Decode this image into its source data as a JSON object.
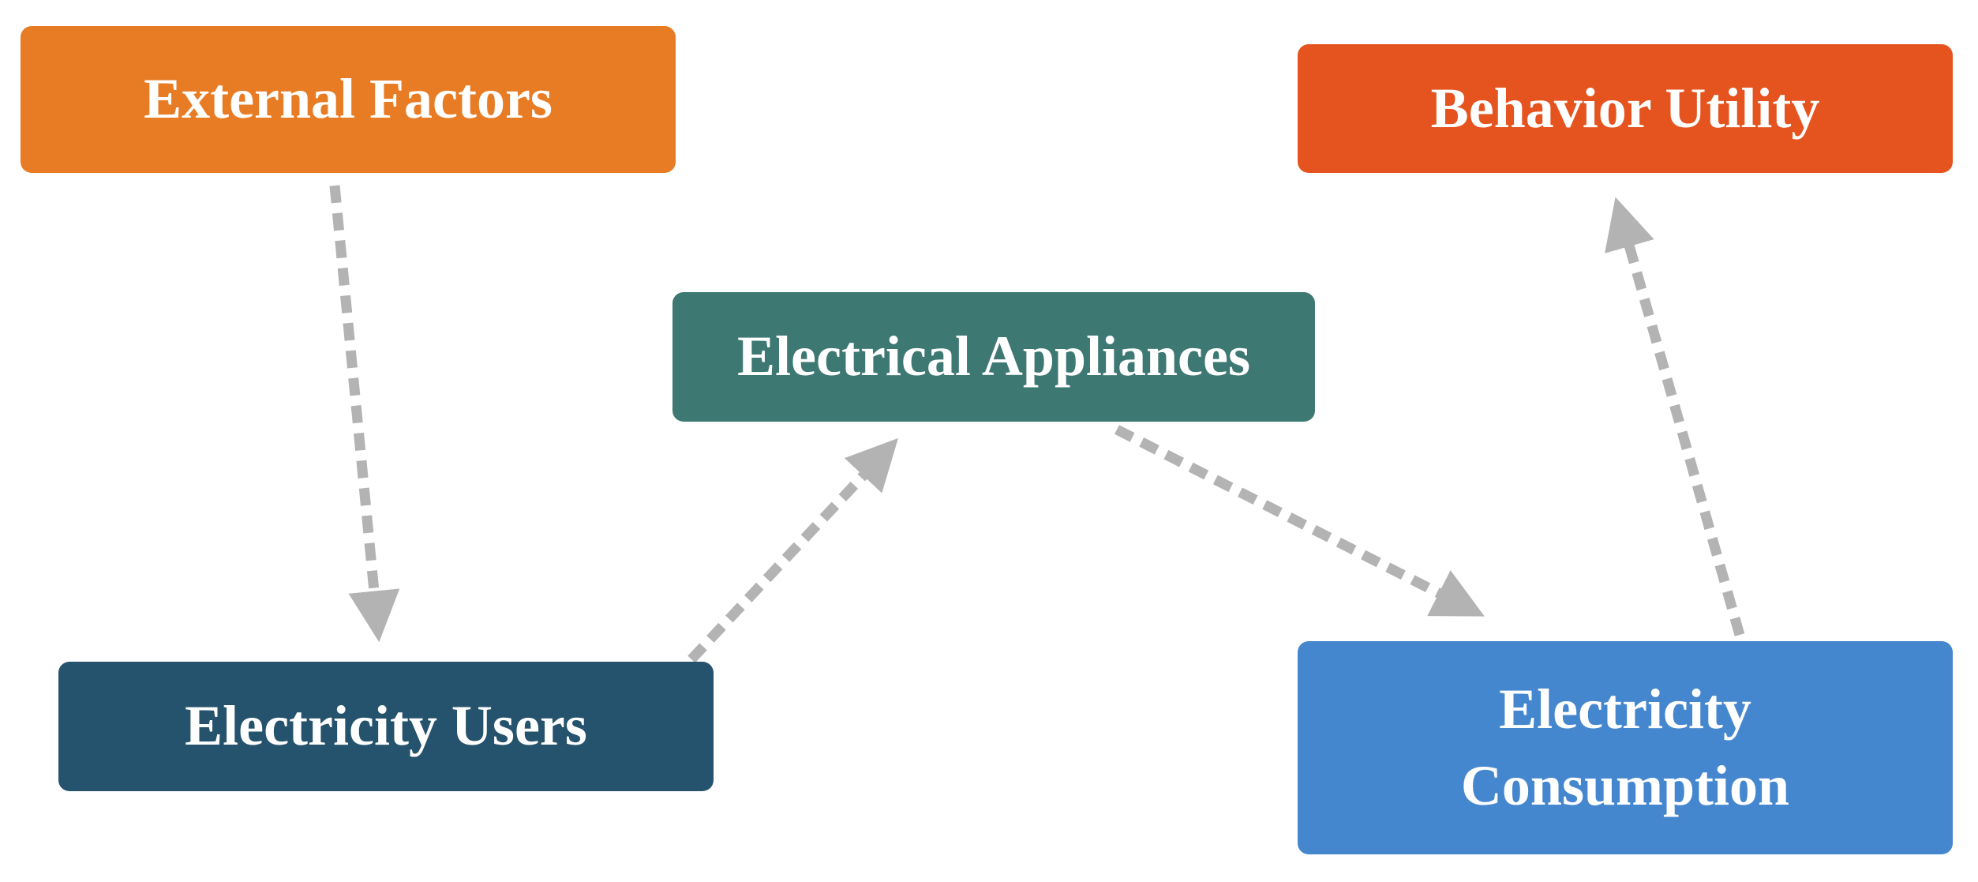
{
  "nodes": {
    "external_factors": {
      "label": "External Factors",
      "color": "#E87C25"
    },
    "behavior_utility": {
      "label": "Behavior Utility",
      "color": "#E5531E"
    },
    "electrical_appliances": {
      "label": "Electrical Appliances",
      "color": "#3D7873"
    },
    "electricity_users": {
      "label": "Electricity Users",
      "color": "#25526C"
    },
    "electricity_consumption": {
      "label_lines": [
        "Electricity",
        "Consumption"
      ],
      "color": "#4587CE"
    }
  },
  "edges": [
    {
      "from": "external_factors",
      "to": "electricity_users",
      "style": "dashed-arrow"
    },
    {
      "from": "electricity_users",
      "to": "electrical_appliances",
      "style": "dashed-arrow"
    },
    {
      "from": "electrical_appliances",
      "to": "electricity_consumption",
      "style": "dashed-arrow"
    },
    {
      "from": "electricity_consumption",
      "to": "behavior_utility",
      "style": "dashed-arrow"
    }
  ],
  "edge_color": "#B3B3B3"
}
